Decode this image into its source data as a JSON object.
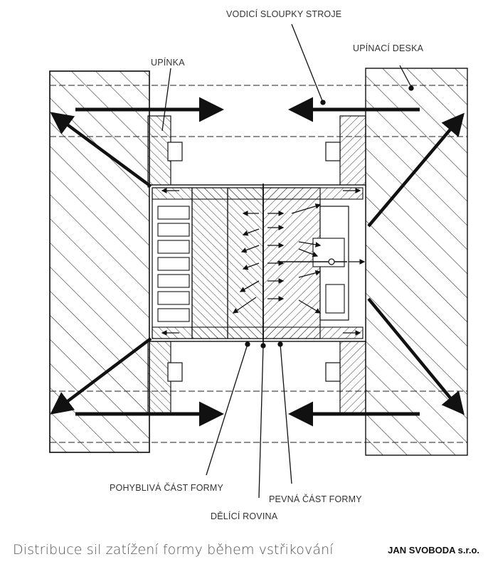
{
  "labels": {
    "guide_pillars": "VODICÍ SLOUPKY STROJE",
    "clamp": "UPÍNKA",
    "clamping_plate": "UPÍNACÍ DESKA",
    "moving_half": "POHYBLIVÁ ČÁST FORMY",
    "fixed_half": "PEVNÁ ČÁST FORMY",
    "parting_line": "DĚLÍCÍ ROVINA"
  },
  "caption": "Distribuce sil zatížení formy během vstřikování",
  "company": "JAN SVOBODA s.r.o.",
  "colors": {
    "ink": "#111111",
    "label": "#333333",
    "caption": "#555555"
  }
}
